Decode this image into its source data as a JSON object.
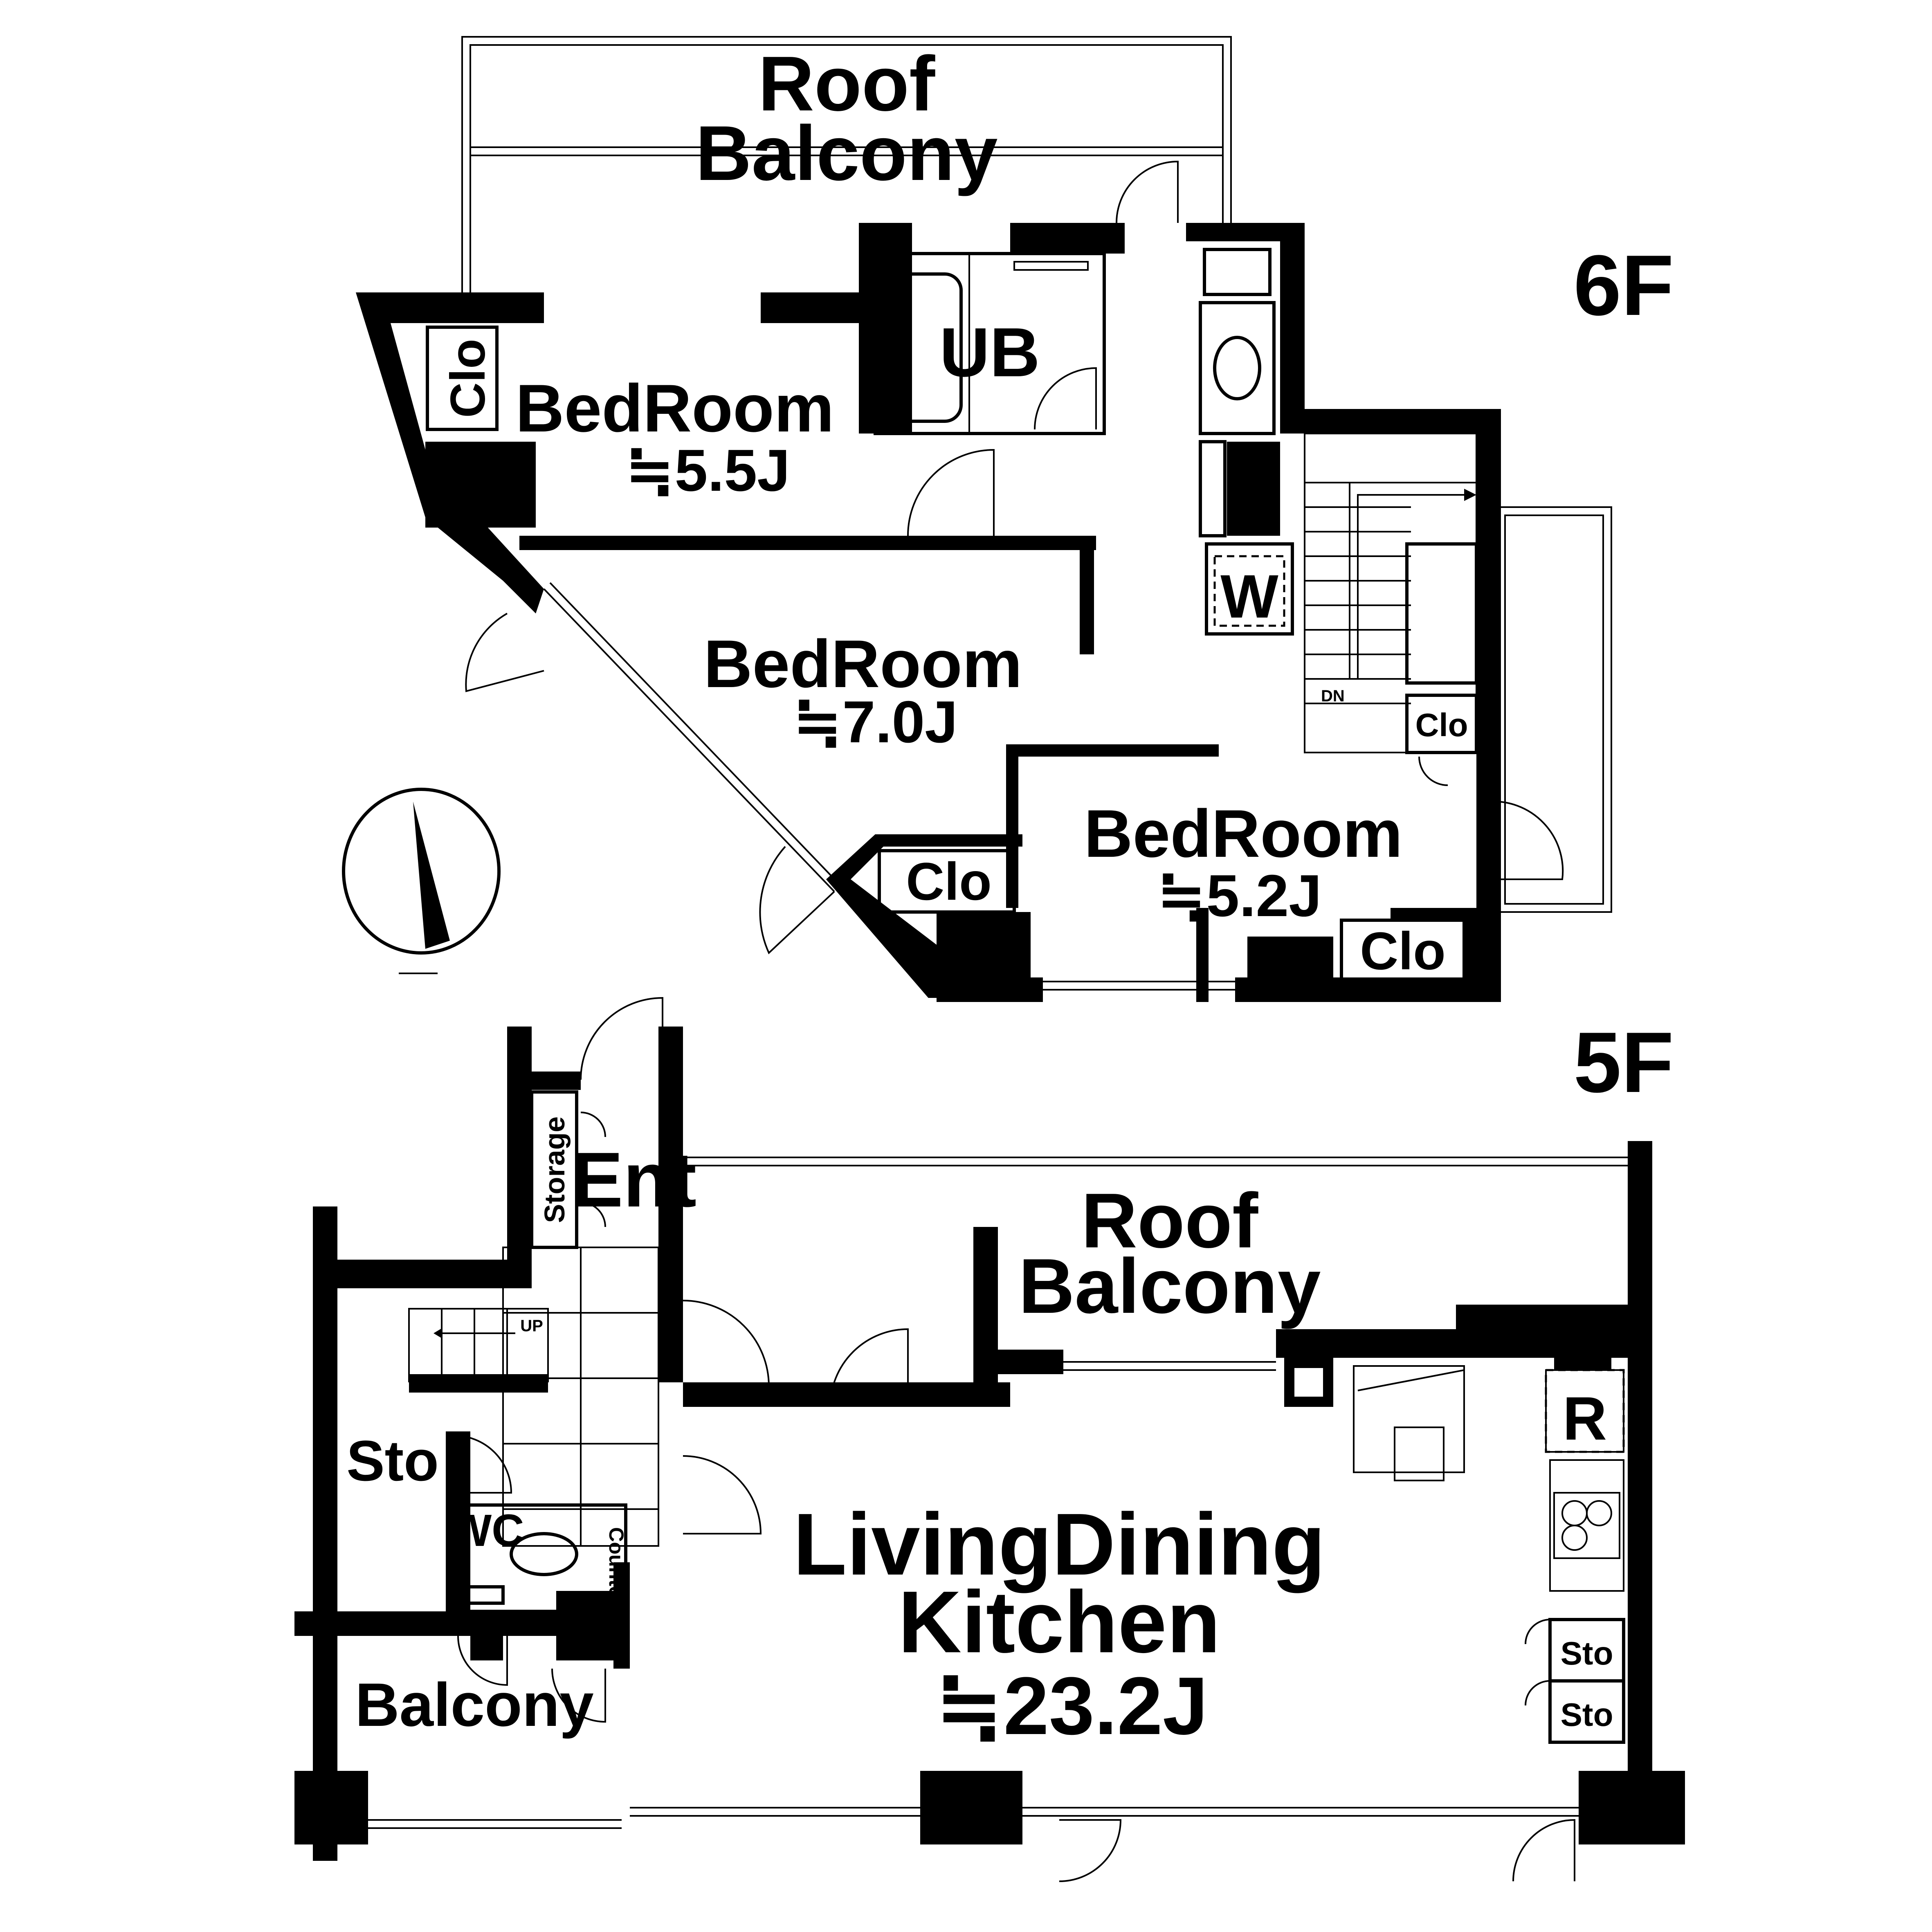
{
  "floors": {
    "upper": {
      "name": "6F",
      "rooms": {
        "roof_balcony_line1": "Roof",
        "roof_balcony_line2": "Balcony",
        "clo_left": "Clo",
        "ub": "UB",
        "bedroom_a": "BedRoom",
        "bedroom_a_size": "≒5.5J",
        "bedroom_b": "BedRoom",
        "bedroom_b_size": "≒7.0J",
        "bedroom_c": "BedRoom",
        "bedroom_c_size": "≒5.2J",
        "w": "W",
        "dn": "DN",
        "clo_stair": "Clo",
        "clo_mid": "Clo",
        "clo_right": "Clo"
      }
    },
    "lower": {
      "name": "5F",
      "rooms": {
        "roof_balcony_line1": "Roof",
        "roof_balcony_line2": "Balcony",
        "storage": "Storage",
        "ent": "Ent",
        "up": "UP",
        "sto_left": "Sto",
        "wc": "WC",
        "counter": "Counter",
        "balcony": "Balcony",
        "ldk_line1": "LivingDining",
        "ldk_line2": "Kitchen",
        "ldk_size": "≒23.2J",
        "r": "R",
        "sto_a": "Sto",
        "sto_b": "Sto"
      }
    }
  },
  "icons": [
    "compass-icon",
    "stair-arrow-icon"
  ]
}
